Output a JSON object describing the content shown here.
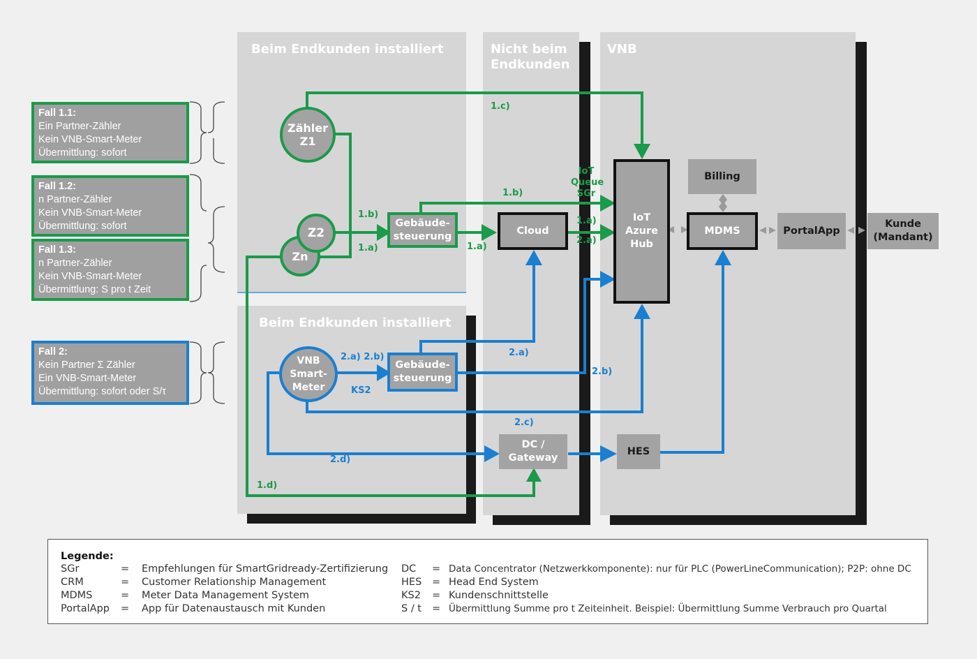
{
  "panels": {
    "customer_top": "Beim Endkunden installiert",
    "not_customer": "Nicht beim Endkunden",
    "vnb": "VNB",
    "customer_bottom": "Beim Endkunden installiert"
  },
  "cases": [
    {
      "title": "Fall 1.1:",
      "lines": [
        "Ein Partner-Zähler",
        "Kein VNB-Smart-Meter",
        "Übermittlung: sofort"
      ]
    },
    {
      "title": "Fall 1.2:",
      "lines": [
        "n Partner-Zähler",
        "Kein VNB-Smart-Meter",
        "Übermittlung: sofort"
      ]
    },
    {
      "title": "Fall 1.3:",
      "lines": [
        "n Partner-Zähler",
        "Kein VNB-Smart-Meter",
        "Übermittlung: S pro t Zeit"
      ]
    },
    {
      "title": "Fall 2:",
      "lines": [
        "Kein Partner Σ Zähler",
        "Ein VNB-Smart-Meter",
        "Übermittlung: sofort oder S/τ"
      ]
    }
  ],
  "nodes": {
    "z1": "Zähler Z1",
    "z2": "Z2",
    "zn": "Zn",
    "vnb_meter": "VNB Smart- Meter",
    "gebaeude_top": "Gebäude- steuerung",
    "gebaeude_bottom": "Gebäude- steuerung",
    "cloud": "Cloud",
    "dc_gateway": "DC / Gateway",
    "iot_hub": "IoT Azure Hub",
    "billing": "Billing",
    "mdms": "MDMS",
    "portalapp": "PortalApp",
    "kunde": "Kunde (Mandant)",
    "hes": "HES"
  },
  "flow_labels": {
    "l1c": "1.c)",
    "iot_queue": "IoT Queue SGr",
    "l1b_top": "1.b)",
    "l1b_left": "1.b)",
    "l1a_left": "1.a)",
    "l1a_mid": "1.a)",
    "l1a_right": "1.a)",
    "l2a_right": "2.a)",
    "l2a_2b": "2.a) 2.b)",
    "ks2": "KS2",
    "l2a_mid": "2.a)",
    "l2b_mid": "2.b)",
    "l2c": "2.c)",
    "l2d": "2.d)",
    "l1d": "1.d)"
  },
  "legend": {
    "title": "Legende:",
    "left": [
      {
        "abbr": "SGr",
        "eq": "=",
        "desc": "Empfehlungen für SmartGridready-Zertifizierung"
      },
      {
        "abbr": "CRM",
        "eq": "=",
        "desc": "Customer Relationship Management"
      },
      {
        "abbr": "MDMS",
        "eq": "=",
        "desc": "Meter Data Management System"
      },
      {
        "abbr": "PortalApp",
        "eq": "=",
        "desc": "App für Datenaustausch mit Kunden"
      }
    ],
    "right": [
      {
        "abbr": "DC",
        "eq": "=",
        "desc": "Data Concentrator (Netzwerkkomponente): nur für PLC (PowerLineCommunication); P2P: ohne DC"
      },
      {
        "abbr": "HES",
        "eq": "=",
        "desc": "Head End System"
      },
      {
        "abbr": "KS2",
        "eq": "=",
        "desc": "Kundenschnittstelle"
      },
      {
        "abbr": "S / t",
        "eq": "=",
        "desc": "Übermittlung Summe pro t Zeiteinheit. Beispiel: Übermittlung Summe Verbrauch pro Quartal"
      }
    ]
  },
  "colors": {
    "green": "#1a9a4a",
    "blue": "#1a7fd0",
    "box": "#a3a3a3",
    "panel": "#d6d6d6"
  }
}
